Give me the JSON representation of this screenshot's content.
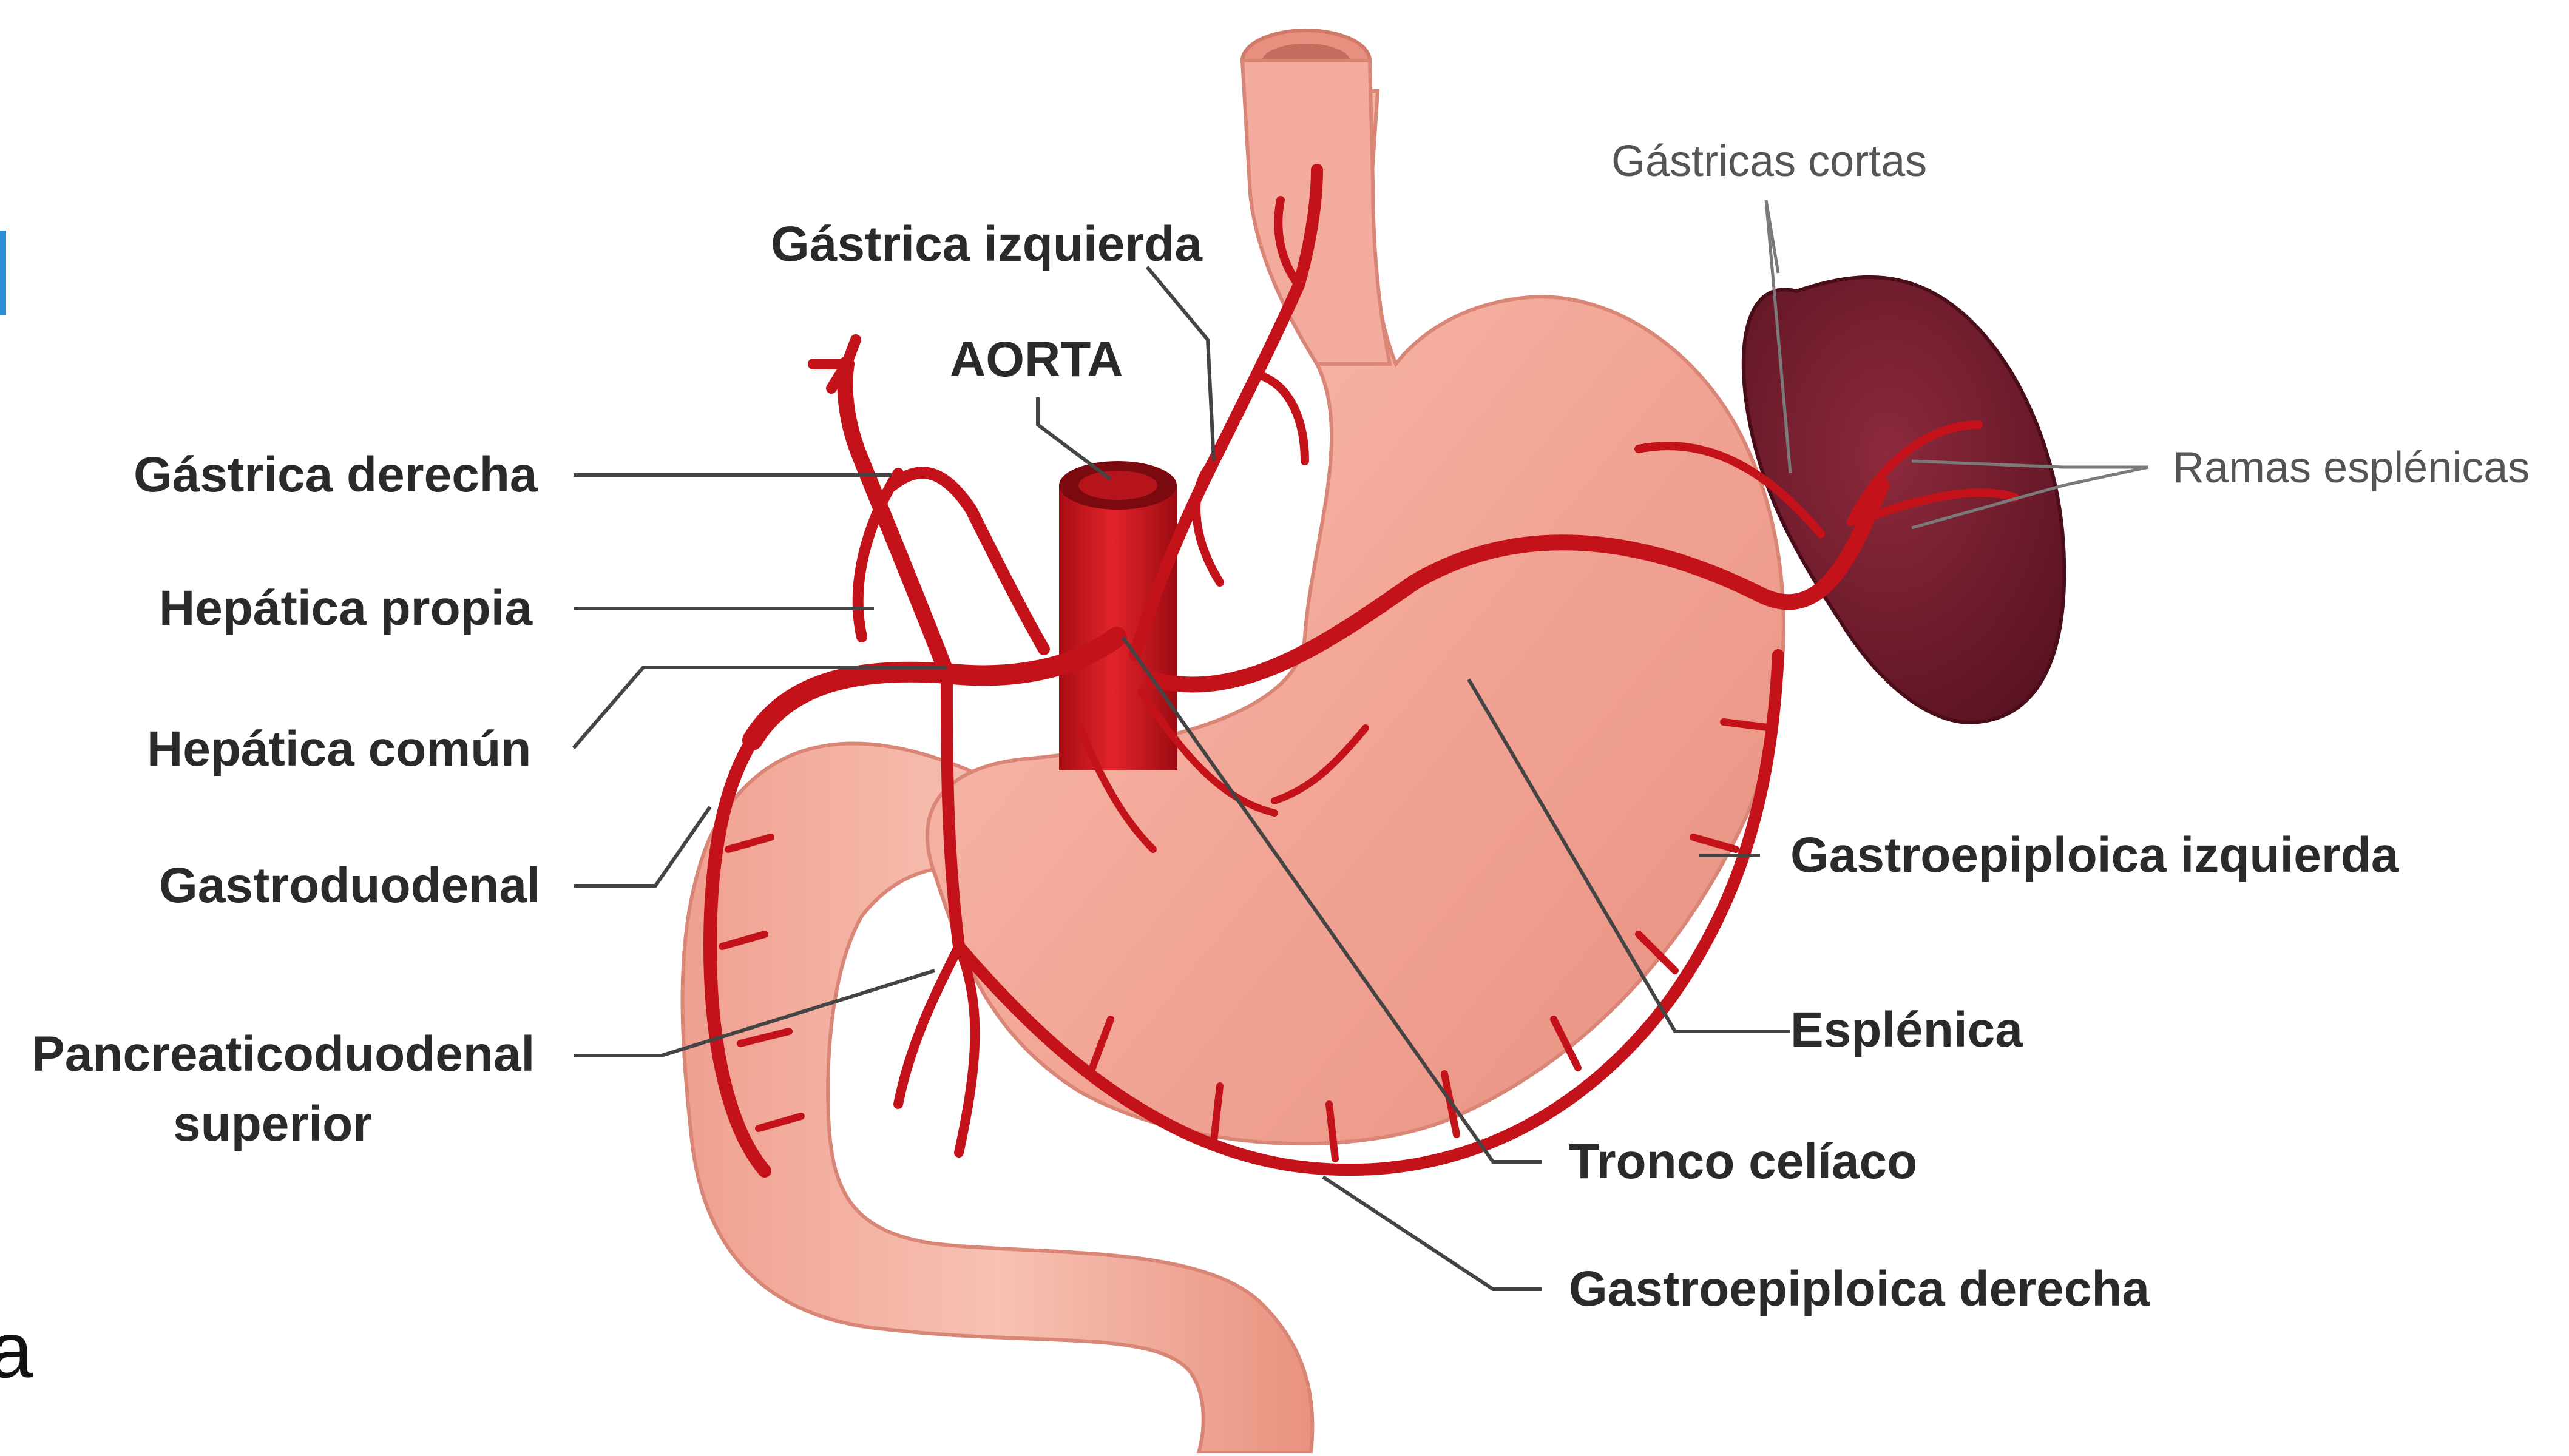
{
  "diagram": {
    "labels": {
      "gastrica_izquierda": "Gástrica izquierda",
      "aorta": "AORTA",
      "gastrica_derecha": "Gástrica derecha",
      "hepatica_propia": "Hepática propia",
      "hepatica_comun": "Hepática común",
      "gastroduodenal": "Gastroduodenal",
      "pancreaticoduodenal_line1": "Pancreaticoduodenal",
      "pancreaticoduodenal_line2": "superior",
      "gastricas_cortas": "Gástricas cortas",
      "ramas_esplenicas": "Ramas esplénicas",
      "gastroepiploica_izquierda": "Gastroepiploica izquierda",
      "esplenica": "Esplénica",
      "tronco_celiaco": "Tronco celíaco",
      "gastroepiploica_derecha": "Gastroepiploica derecha"
    },
    "edge_fragment": "a",
    "colors": {
      "stomach": "#f2a596",
      "stomach_light": "#f8c6b9",
      "artery": "#c4121a",
      "spleen": "#6e1c2c",
      "accent_bar": "#2a8fd6"
    }
  }
}
